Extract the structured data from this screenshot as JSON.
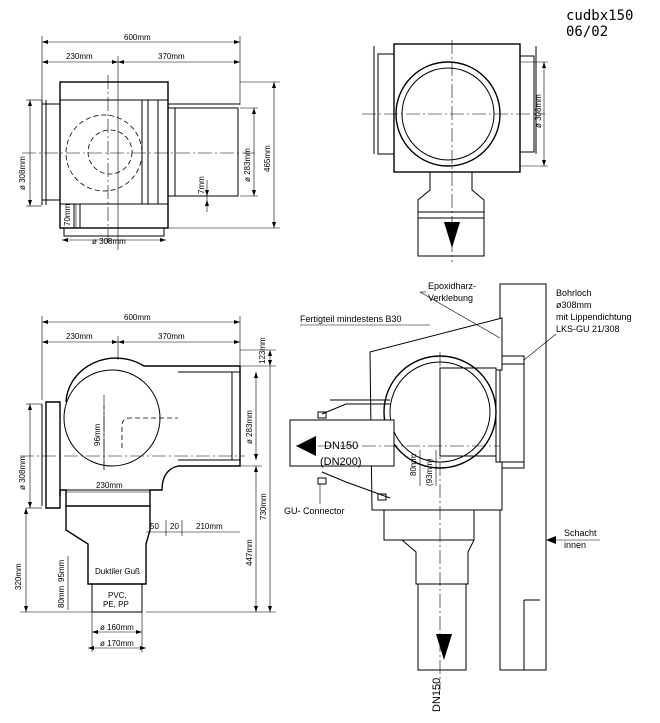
{
  "stamp": {
    "code": "cudbx150",
    "date": "06/02"
  },
  "top_left_view": {
    "dim_total": "600mm",
    "dim_left": "230mm",
    "dim_right": "370mm",
    "dim_diameter_left": "ø 308mm",
    "dim_diameter_right": "ø 283mm",
    "dim_height": "465mm",
    "dim_small": "7mm",
    "dim_bottom_small": "70mm",
    "dim_bottom_diameter": "ø 308mm"
  },
  "top_right_view": {
    "dim_diameter": "ø 308mm"
  },
  "bottom_left_view": {
    "dim_total": "600mm",
    "dim_left": "230mm",
    "dim_right": "370mm",
    "dim_diameter_left": "ø 308mm",
    "dim_inner_radius": "96mm",
    "dim_outlet_width": "230mm",
    "dim_top_gap": "123mm",
    "dim_diameter_right": "ø 283mm",
    "dim_total_height": "730mm",
    "dim_lower_height": "447mm",
    "dim_left_height": "320mm",
    "dim_50": "50",
    "dim_20": "20",
    "dim_210": "210mm",
    "dim_95": "95mm",
    "dim_80": "80mm",
    "label_duktil": "Duktiler Guß",
    "label_pvc": "PVC,",
    "label_pe": "PE, PP",
    "dim_160": "ø 160mm",
    "dim_170": "ø 170mm"
  },
  "bottom_right_view": {
    "epoxy_line1": "Epoxidharz-",
    "epoxy_line2": "Verklebung",
    "precast": "Fertigteil mindestens B30",
    "bore_line1": "Bohrloch",
    "bore_line2": "ø308mm",
    "bore_line3": "mit Lippendichtung",
    "bore_line4": "LKS-GU  21/308",
    "inlet_line1": "DN150",
    "inlet_line2": "(DN200)",
    "dim_80": "80mm",
    "dim_93": "(93mm)",
    "connector": "GU-  Connector",
    "shaft_line1": "Schacht",
    "shaft_line2": "innen",
    "outlet": "DN150"
  }
}
